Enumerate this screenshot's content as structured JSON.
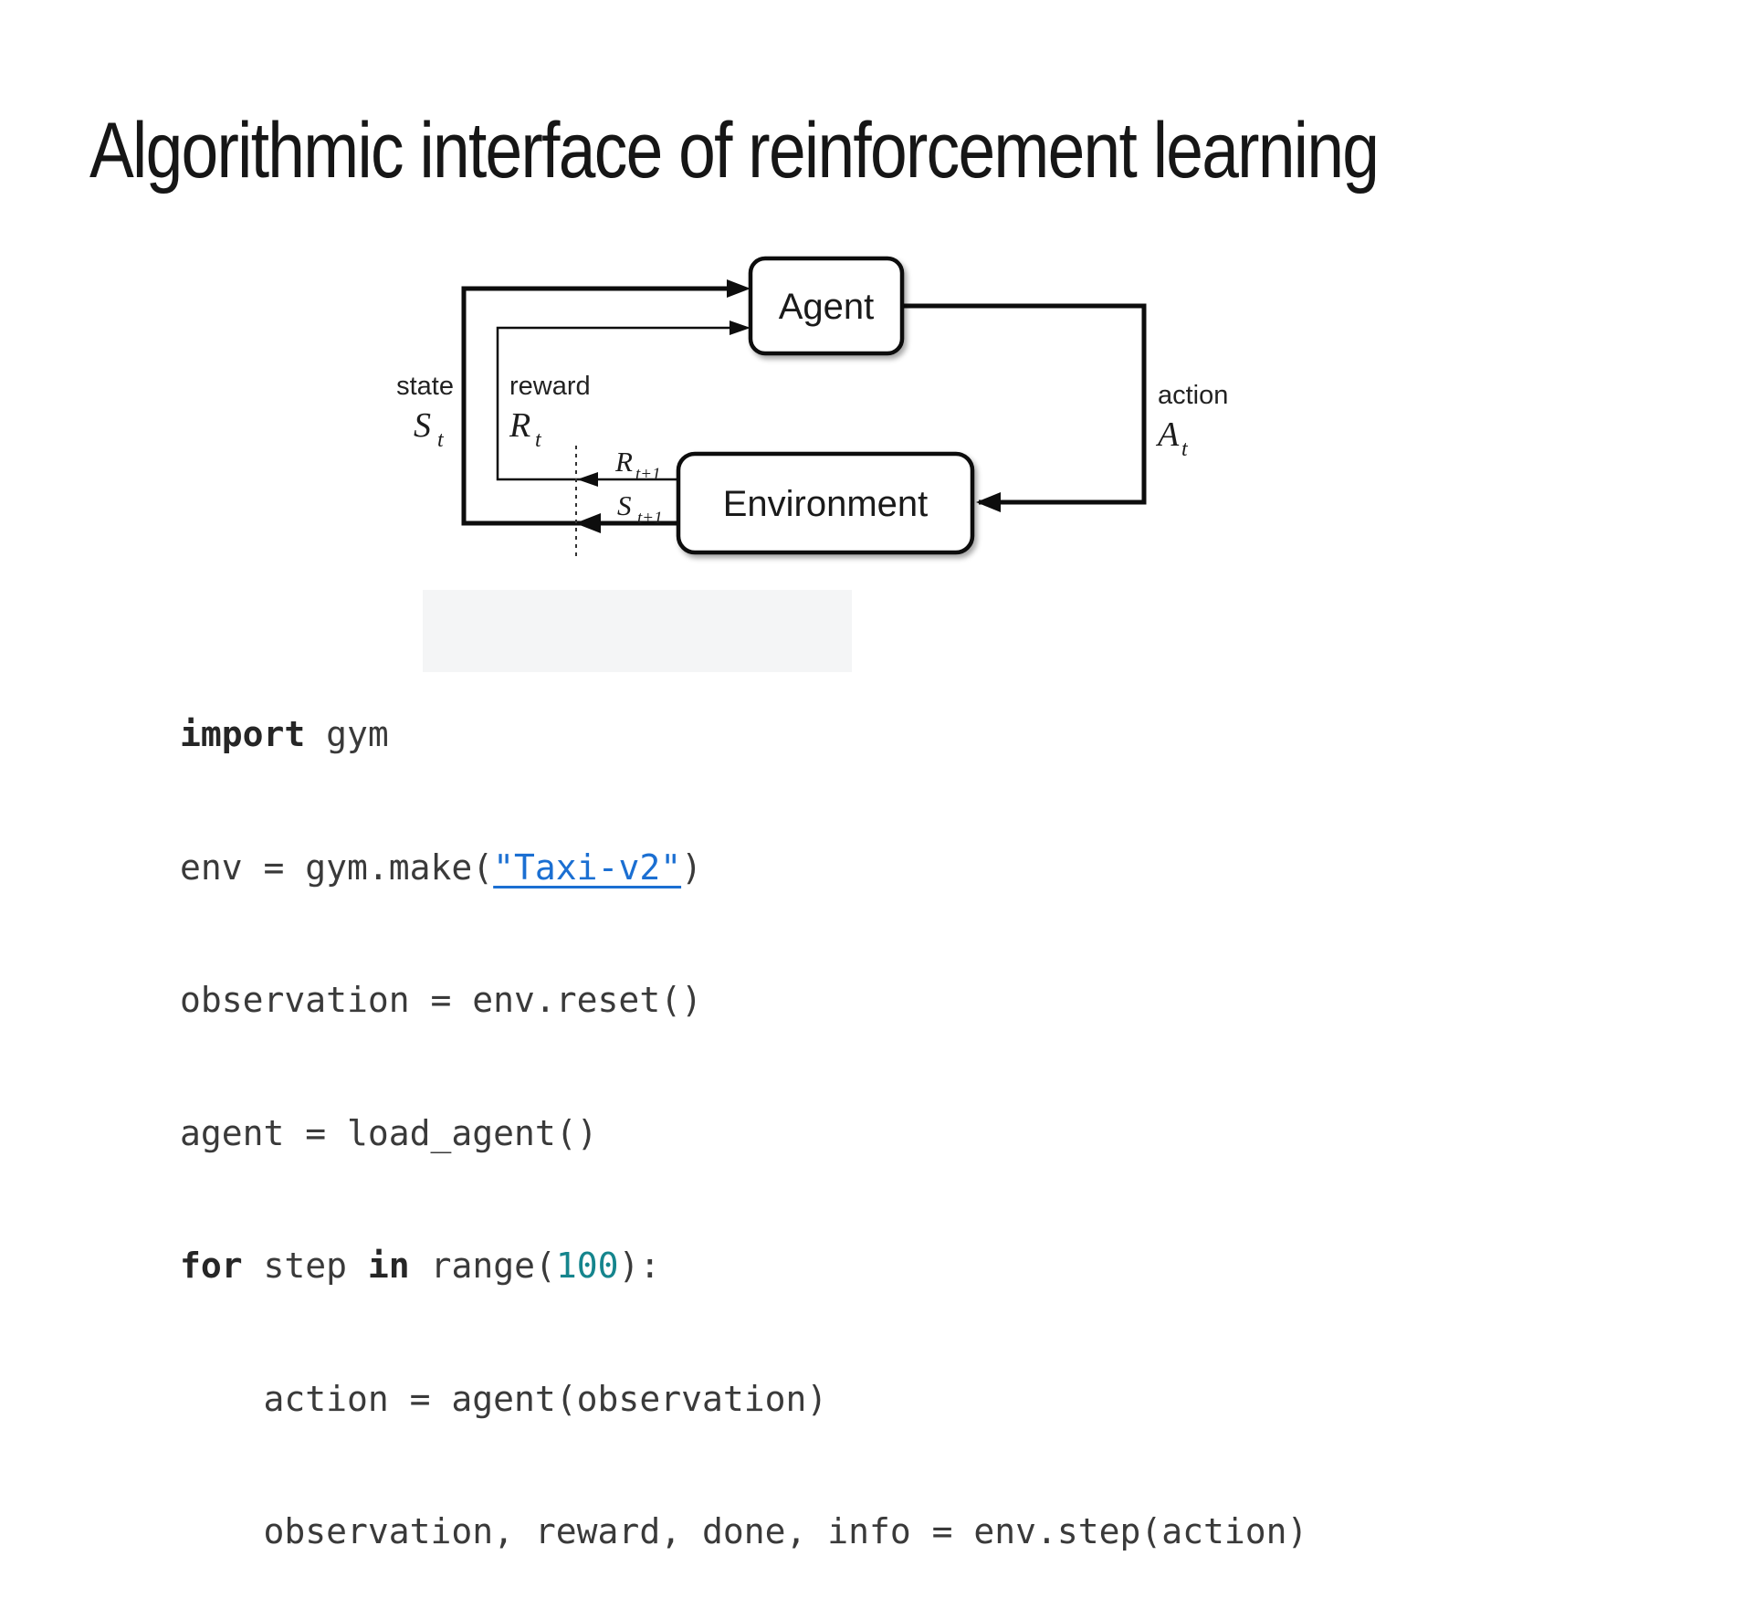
{
  "slide": {
    "title": "Algorithmic interface of reinforcement learning"
  },
  "diagram": {
    "agent_label": "Agent",
    "environment_label": "Environment",
    "state_label": "state",
    "state_symbol_main": "S",
    "state_symbol_sub": "t",
    "reward_label": "reward",
    "reward_symbol_main": "R",
    "reward_symbol_sub": "t",
    "action_label": "action",
    "action_symbol_main": "A",
    "action_symbol_sub": "t",
    "next_reward_main": "R",
    "next_reward_sub": "t+1",
    "next_state_main": "S",
    "next_state_sub": "t+1"
  },
  "code": {
    "lines": [
      {
        "segs": [
          {
            "t": "import",
            "s": "keyword"
          },
          {
            "t": " gym",
            "s": "plain"
          }
        ]
      },
      {
        "segs": [
          {
            "t": "env = gym.make(",
            "s": "plain"
          },
          {
            "t": "\"Taxi-v2\"",
            "s": "link"
          },
          {
            "t": ")",
            "s": "plain"
          }
        ]
      },
      {
        "segs": [
          {
            "t": "observation = env.reset()",
            "s": "plain"
          }
        ]
      },
      {
        "segs": [
          {
            "t": "agent = load_agent()",
            "s": "plain"
          }
        ]
      },
      {
        "segs": [
          {
            "t": "for",
            "s": "keyword"
          },
          {
            "t": " step ",
            "s": "plain"
          },
          {
            "t": "in",
            "s": "keyword"
          },
          {
            "t": " range(",
            "s": "plain"
          },
          {
            "t": "100",
            "s": "number"
          },
          {
            "t": "):",
            "s": "plain"
          }
        ]
      },
      {
        "segs": [
          {
            "t": "    action = agent(observation)",
            "s": "plain"
          }
        ]
      },
      {
        "segs": [
          {
            "t": "    observation, reward, done, info = env.step(action)",
            "s": "plain"
          }
        ]
      }
    ]
  },
  "colors": {
    "code_plain": "#3a3a3a",
    "code_keyword": "#262626",
    "code_number": "#15858d",
    "code_link": "#1b6fd2",
    "diagram_line": "#0d0d0d"
  }
}
